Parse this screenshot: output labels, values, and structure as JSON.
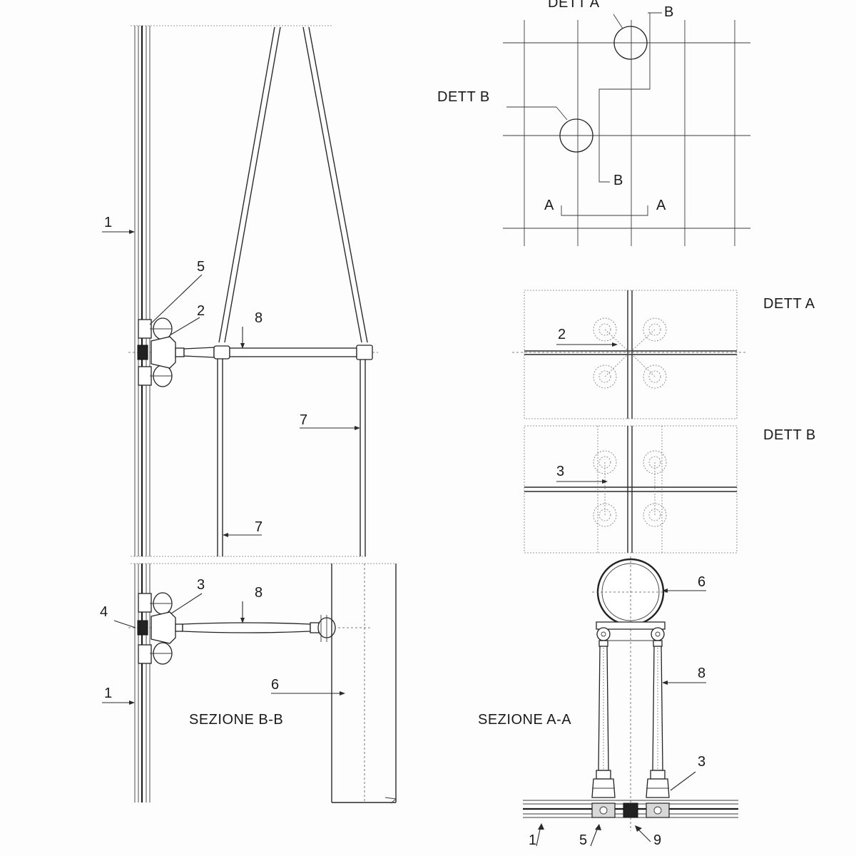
{
  "labels": {
    "n1_upper": "1",
    "n1_lower": "1",
    "n1_bottom": "1",
    "n2_node": "2",
    "n2_dett": "2",
    "n3_lower": "3",
    "n3_dett": "3",
    "n3_sec": "3",
    "n4": "4",
    "n5_node": "5",
    "n5_bottom": "5",
    "n6_lower": "6",
    "n6_sec": "6",
    "n7_right": "7",
    "n7_left": "7",
    "n8_upper": "8",
    "n8_lower": "8",
    "n8_sec": "8",
    "n9": "9"
  },
  "titles": {
    "sezione_bb": "SEZIONE B-B",
    "sezione_aa": "SEZIONE A-A",
    "dett_a": "DETT A",
    "dett_b": "DETT B",
    "dett_a_plan": "DETT A",
    "dett_b_plan": "DETT B"
  },
  "cut_marks": {
    "b_top": "B",
    "b_bottom": "B",
    "a_left": "A",
    "a_right": "A"
  }
}
